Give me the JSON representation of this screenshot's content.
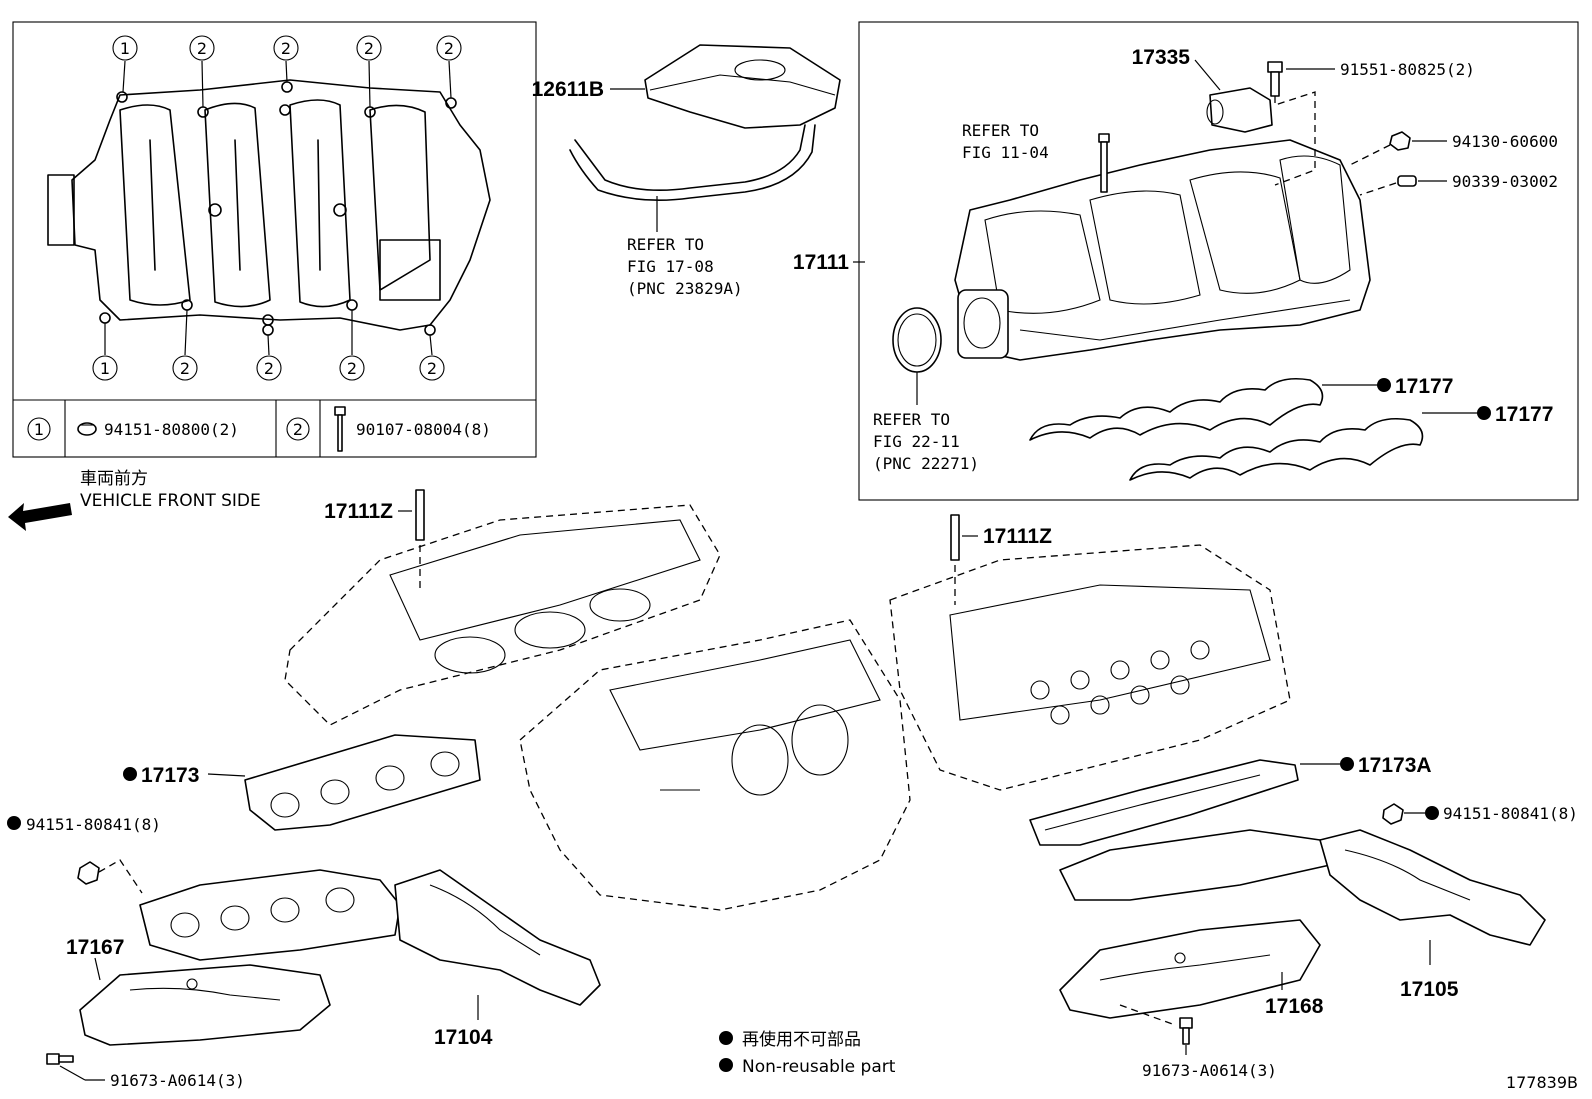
{
  "inset_top_left": {
    "bolt_callouts_top": [
      "1",
      "2",
      "2",
      "2",
      "2"
    ],
    "bolt_callouts_bottom": [
      "1",
      "2",
      "2",
      "2",
      "2"
    ],
    "legend": [
      {
        "key": "1",
        "part": "94151-80800(2)"
      },
      {
        "key": "2",
        "part": "90107-08004(8)"
      }
    ]
  },
  "direction": {
    "label_jp": "車両前方",
    "label_en": "VEHICLE FRONT SIDE"
  },
  "inset_right": {
    "refer_11_04": [
      "REFER TO",
      "FIG 11-04"
    ],
    "refer_22_11": [
      "REFER TO",
      "FIG 22-11",
      "(PNC 22271)"
    ]
  },
  "refer_17_08": [
    "REFER TO",
    "FIG 17-08",
    "(PNC 23829A)"
  ],
  "part_labels": {
    "p12611B": "12611B",
    "p17335": "17335",
    "p91551": "91551-80825(2)",
    "p94130": "94130-60600",
    "p90339": "90339-03002",
    "p17111": "17111",
    "p17177a": "17177",
    "p17177b": "17177",
    "p17111Z_left": "17111Z",
    "p17111Z_right": "17111Z",
    "p17173": "17173",
    "p17173A": "17173A",
    "p94151_left": "94151-80841(8)",
    "p94151_right": "94151-80841(8)",
    "p17167": "17167",
    "p17104": "17104",
    "p17168": "17168",
    "p17105": "17105",
    "p91673_left": "91673-A0614(3)",
    "p91673_right": "91673-A0614(3)"
  },
  "legend_notes": {
    "jp": "再使用不可部品",
    "en": "Non-reusable part"
  },
  "figure_id": "177839B"
}
